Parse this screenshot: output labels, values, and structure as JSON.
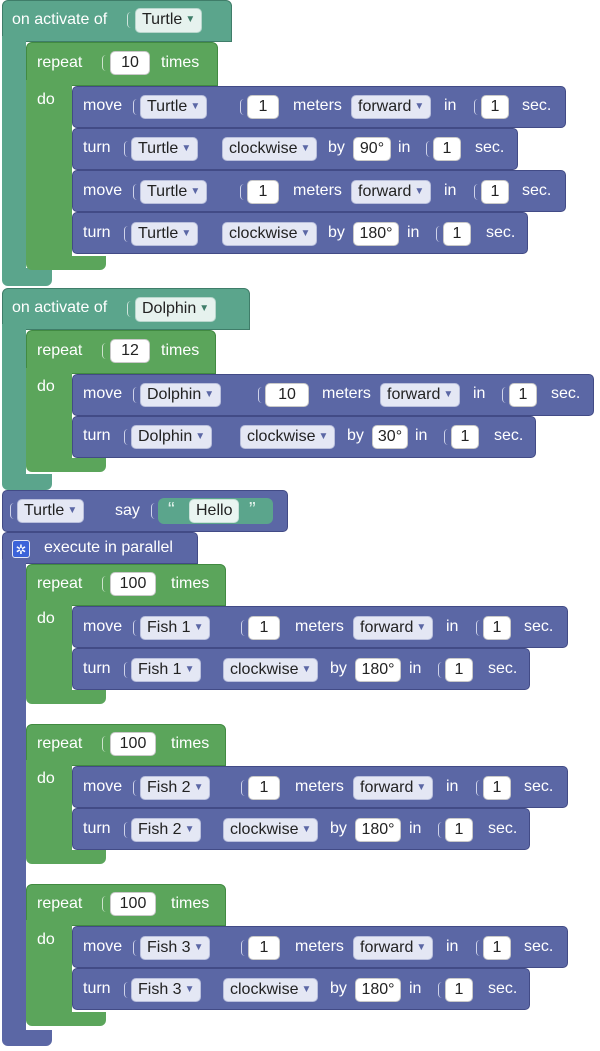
{
  "scripts": {
    "s1": {
      "event_label": "on activate of",
      "object": "Turtle",
      "repeat_label": "repeat",
      "repeat_count": "10",
      "times_label": "times",
      "do_label": "do",
      "statements": [
        {
          "verb": "move",
          "object": "Turtle",
          "amount": "1",
          "unit": "meters",
          "direction": "forward",
          "in_label": "in",
          "duration": "1",
          "sec_label": "sec."
        },
        {
          "verb": "turn",
          "object": "Turtle",
          "rotation": "clockwise",
          "by_label": "by",
          "angle": "90°",
          "in_label": "in",
          "duration": "1",
          "sec_label": "sec."
        },
        {
          "verb": "move",
          "object": "Turtle",
          "amount": "1",
          "unit": "meters",
          "direction": "forward",
          "in_label": "in",
          "duration": "1",
          "sec_label": "sec."
        },
        {
          "verb": "turn",
          "object": "Turtle",
          "rotation": "clockwise",
          "by_label": "by",
          "angle": "180°",
          "in_label": "in",
          "duration": "1",
          "sec_label": "sec."
        }
      ]
    },
    "s2": {
      "event_label": "on activate of",
      "object": "Dolphin",
      "repeat_label": "repeat",
      "repeat_count": "12",
      "times_label": "times",
      "do_label": "do",
      "statements": [
        {
          "verb": "move",
          "object": "Dolphin",
          "amount": "10",
          "unit": "meters",
          "direction": "forward",
          "in_label": "in",
          "duration": "1",
          "sec_label": "sec."
        },
        {
          "verb": "turn",
          "object": "Dolphin",
          "rotation": "clockwise",
          "by_label": "by",
          "angle": "30°",
          "in_label": "in",
          "duration": "1",
          "sec_label": "sec."
        }
      ]
    },
    "say": {
      "object": "Turtle",
      "say_label": "say",
      "open_quote": "“",
      "text": "Hello",
      "close_quote": "”"
    },
    "parallel": {
      "label": "execute in parallel",
      "loops": [
        {
          "repeat_label": "repeat",
          "repeat_count": "100",
          "times_label": "times",
          "do_label": "do",
          "move": {
            "verb": "move",
            "object": "Fish 1",
            "amount": "1",
            "unit": "meters",
            "direction": "forward",
            "in_label": "in",
            "duration": "1",
            "sec_label": "sec."
          },
          "turn": {
            "verb": "turn",
            "object": "Fish 1",
            "rotation": "clockwise",
            "by_label": "by",
            "angle": "180°",
            "in_label": "in",
            "duration": "1",
            "sec_label": "sec."
          }
        },
        {
          "repeat_label": "repeat",
          "repeat_count": "100",
          "times_label": "times",
          "do_label": "do",
          "move": {
            "verb": "move",
            "object": "Fish 2",
            "amount": "1",
            "unit": "meters",
            "direction": "forward",
            "in_label": "in",
            "duration": "1",
            "sec_label": "sec."
          },
          "turn": {
            "verb": "turn",
            "object": "Fish 2",
            "rotation": "clockwise",
            "by_label": "by",
            "angle": "180°",
            "in_label": "in",
            "duration": "1",
            "sec_label": "sec."
          }
        },
        {
          "repeat_label": "repeat",
          "repeat_count": "100",
          "times_label": "times",
          "do_label": "do",
          "move": {
            "verb": "move",
            "object": "Fish 3",
            "amount": "1",
            "unit": "meters",
            "direction": "forward",
            "in_label": "in",
            "duration": "1",
            "sec_label": "sec."
          },
          "turn": {
            "verb": "turn",
            "object": "Fish 3",
            "rotation": "clockwise",
            "by_label": "by",
            "angle": "180°",
            "in_label": "in",
            "duration": "1",
            "sec_label": "sec."
          }
        }
      ]
    }
  },
  "icons": {
    "dropdown": "caret-down-icon",
    "parallel": "gear-icon"
  },
  "colors": {
    "event": "#5ba58c",
    "loop": "#5ba55b",
    "motion": "#5b67a5"
  }
}
